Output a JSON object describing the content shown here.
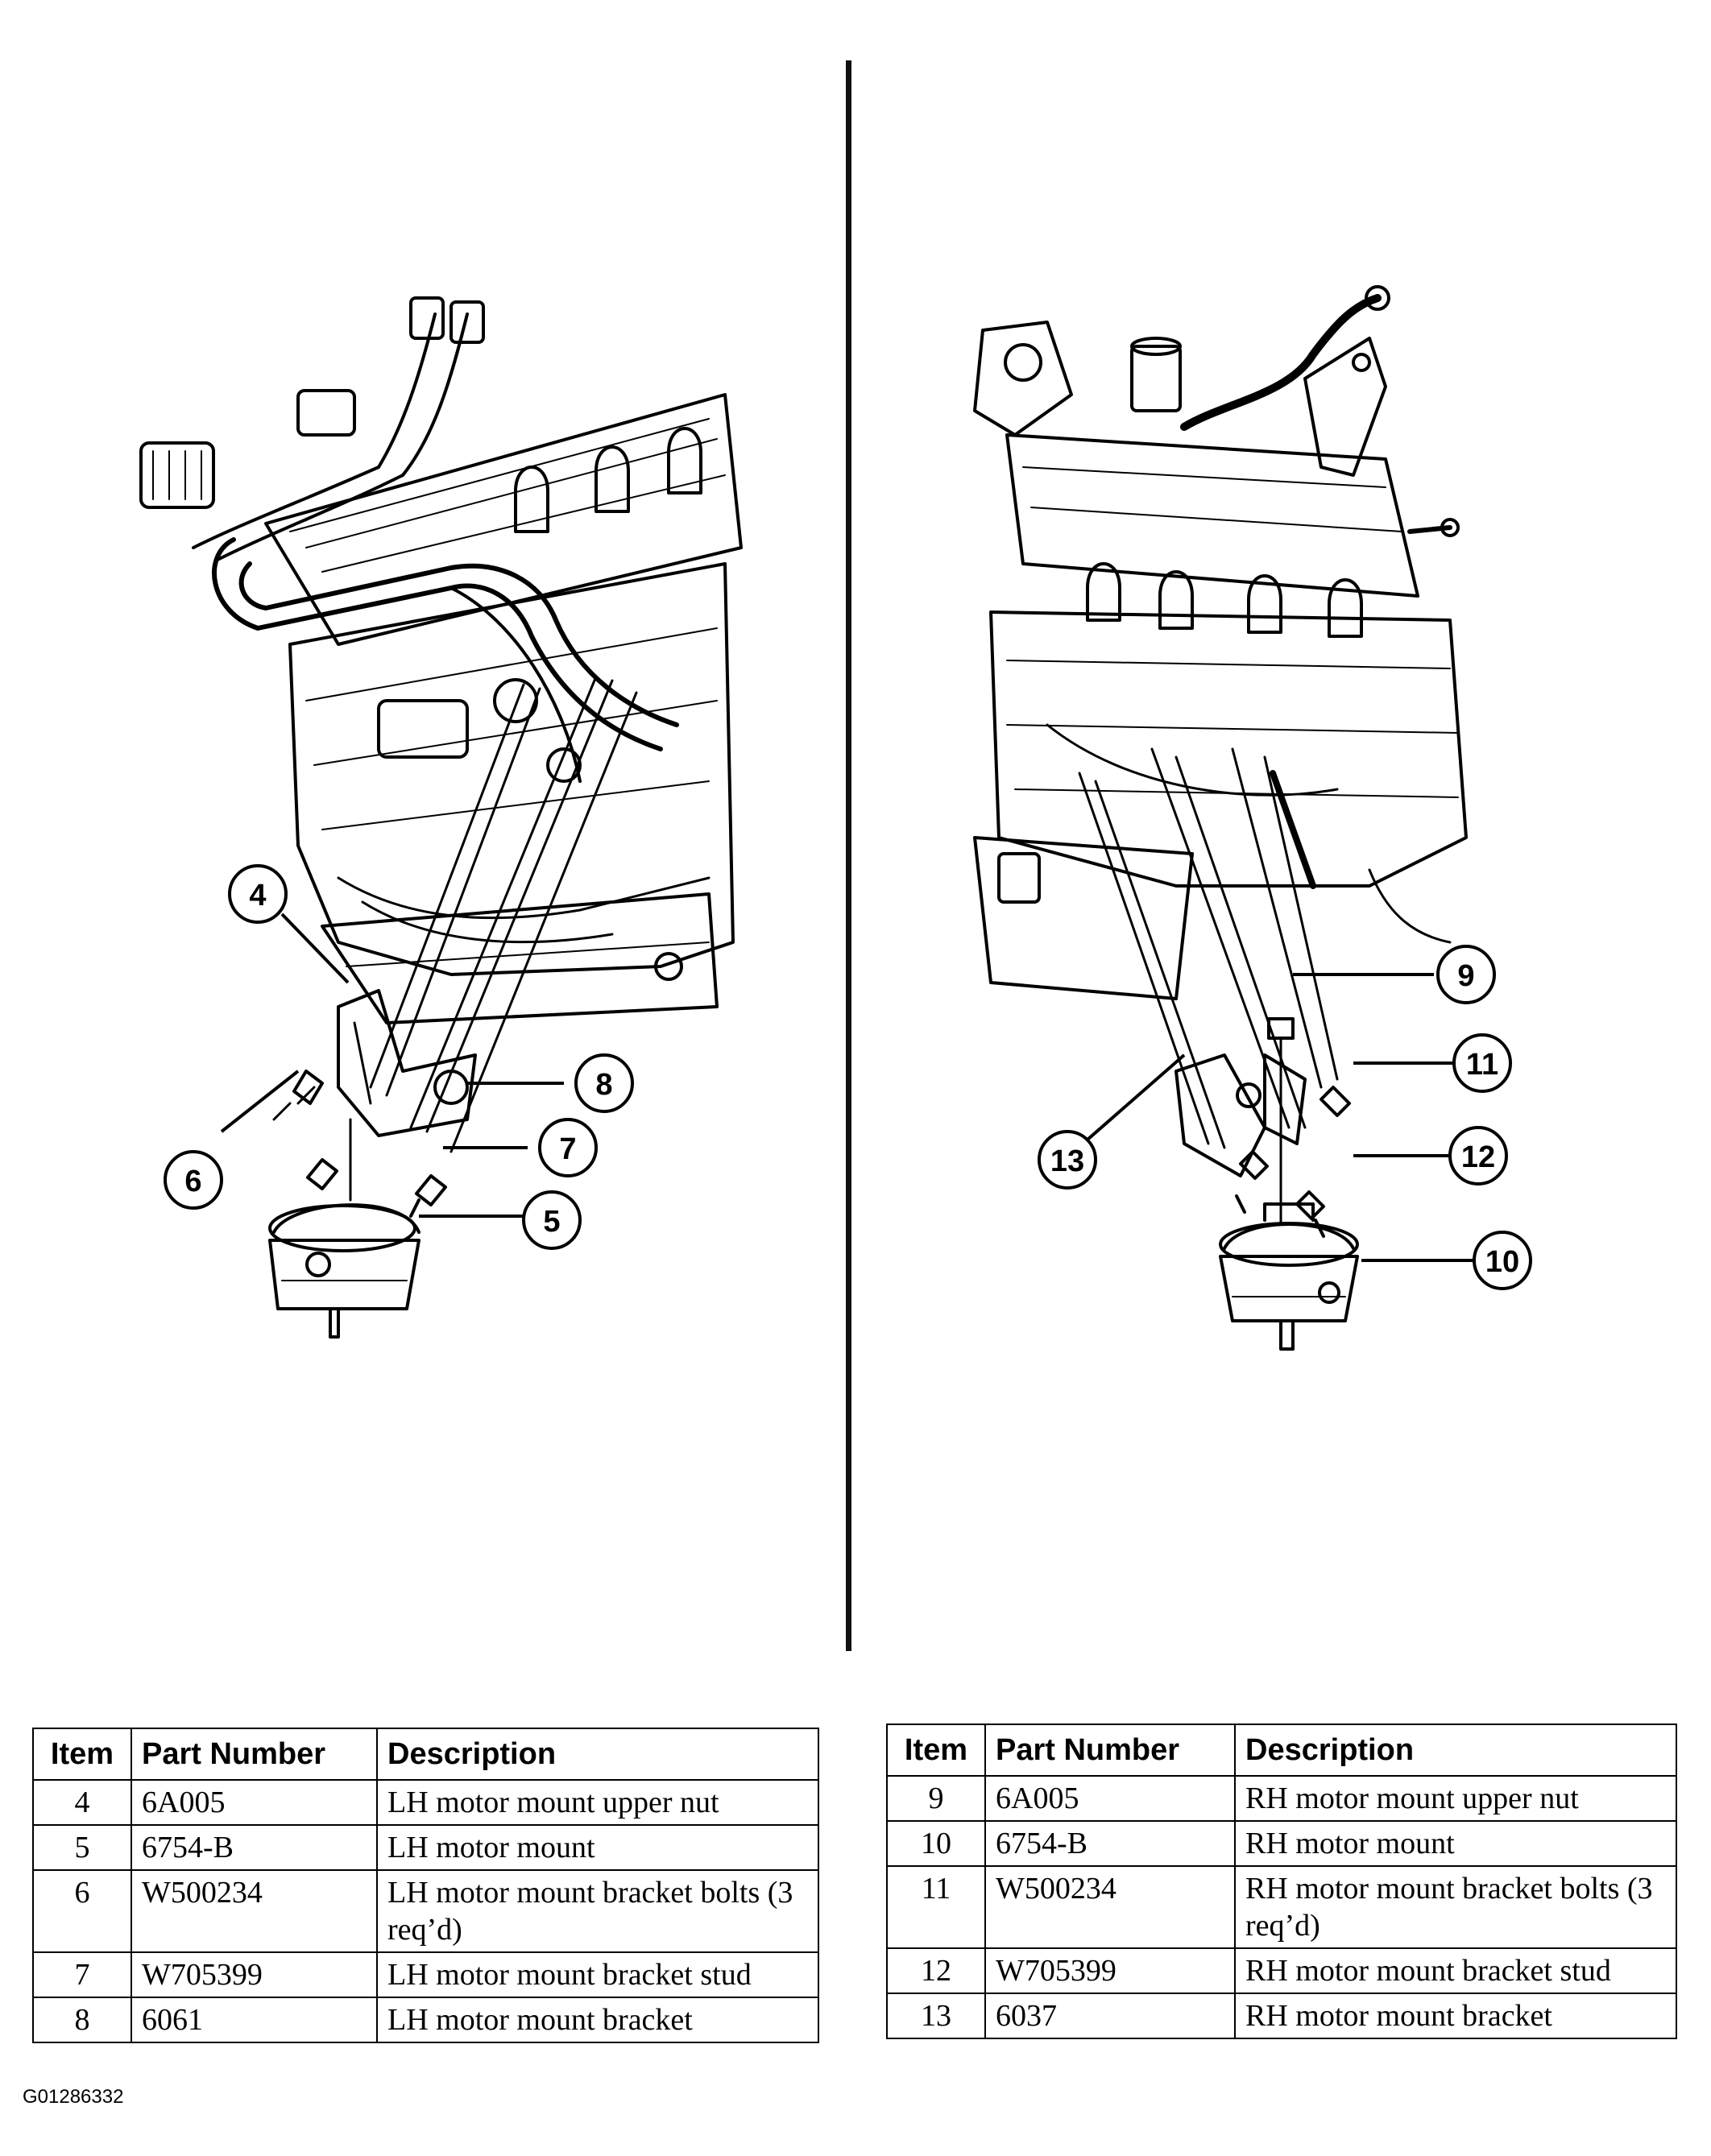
{
  "left_callouts": [
    "4",
    "5",
    "6",
    "7",
    "8"
  ],
  "right_callouts": [
    "9",
    "10",
    "11",
    "12",
    "13"
  ],
  "table_headers": {
    "item": "Item",
    "part_number": "Part Number",
    "description": "Description"
  },
  "left_table": [
    {
      "item": "4",
      "part": "6A005",
      "desc": "LH motor mount upper nut"
    },
    {
      "item": "5",
      "part": "6754-B",
      "desc": "LH motor mount"
    },
    {
      "item": "6",
      "part": "W500234",
      "desc": "LH motor mount bracket bolts (3 req’d)"
    },
    {
      "item": "7",
      "part": "W705399",
      "desc": "LH motor mount bracket stud"
    },
    {
      "item": "8",
      "part": "6061",
      "desc": "LH motor mount bracket"
    }
  ],
  "right_table": [
    {
      "item": "9",
      "part": "6A005",
      "desc": "RH motor mount upper nut"
    },
    {
      "item": "10",
      "part": "6754-B",
      "desc": "RH motor mount"
    },
    {
      "item": "11",
      "part": "W500234",
      "desc": "RH motor mount bracket bolts (3 req’d)"
    },
    {
      "item": "12",
      "part": "W705399",
      "desc": "RH motor mount bracket stud"
    },
    {
      "item": "13",
      "part": "6037",
      "desc": "RH motor mount bracket"
    }
  ],
  "figure_id": "G01286332"
}
